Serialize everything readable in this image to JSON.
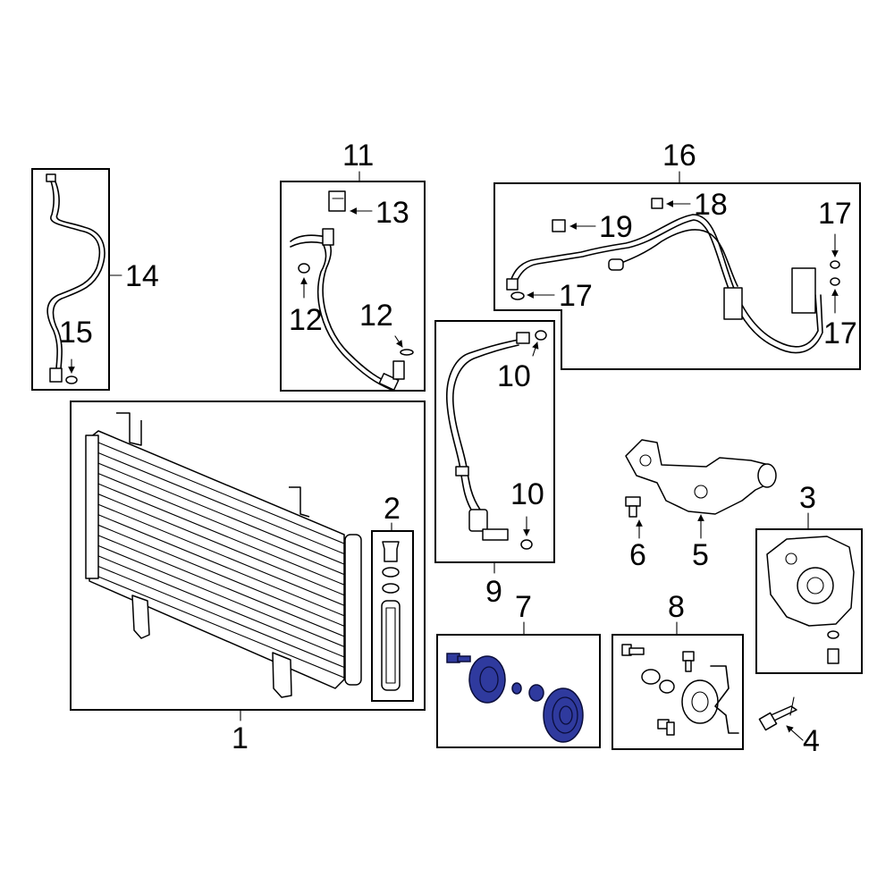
{
  "callouts": {
    "c1": "1",
    "c2": "2",
    "c3": "3",
    "c4": "4",
    "c5": "5",
    "c6": "6",
    "c7": "7",
    "c8": "8",
    "c9": "9",
    "c10a": "10",
    "c10b": "10",
    "c11": "11",
    "c12a": "12",
    "c12b": "12",
    "c13": "13",
    "c14": "14",
    "c15": "15",
    "c16": "16",
    "c17a": "17",
    "c17b": "17",
    "c17c": "17",
    "c18": "18",
    "c19": "19"
  },
  "colors": {
    "highlight": "#2f3a9e",
    "line": "#000000",
    "background": "#ffffff"
  }
}
